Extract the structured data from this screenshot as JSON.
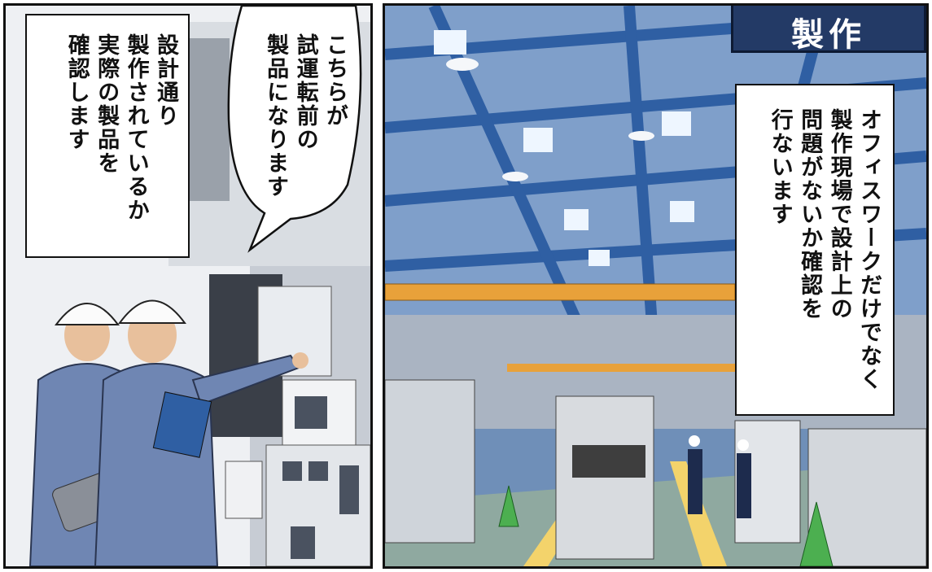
{
  "panel1": {
    "narration": "設計通り\n製作されているか\n実際の製品を\n確認します",
    "speech": "こちらが\n試運転前の\n製品になります"
  },
  "panel2": {
    "title": "製作",
    "narration": "オフィスワークだけでなく\n製作現場で設計上の\n問題がないか確認を\n行ないます"
  },
  "colors": {
    "title_bg": "#233a66",
    "roof_beam": "#2f5fa3",
    "floor": "#8fa9a0",
    "crane_beam": "#e8a13a",
    "worker_uniform": "#6f86b3"
  }
}
